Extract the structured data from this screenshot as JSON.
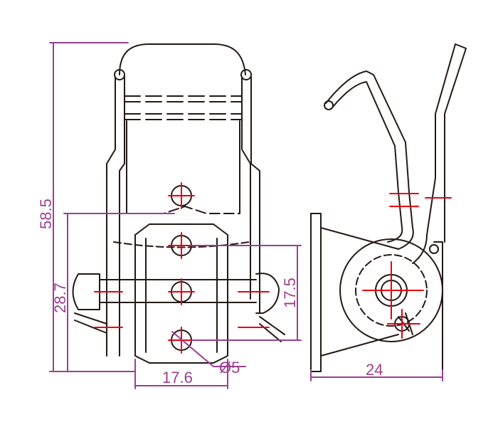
{
  "colors": {
    "outline": "#231815",
    "dimension": "#9b3f8f",
    "centerline": "#e60012",
    "background": "#ffffff"
  },
  "dimensions": {
    "overall_height": "58.5",
    "lower_height": "28.7",
    "hole_spacing": "17.5",
    "slot_width": "17.6",
    "hole_diameter": "Ø5",
    "side_depth": "24"
  }
}
